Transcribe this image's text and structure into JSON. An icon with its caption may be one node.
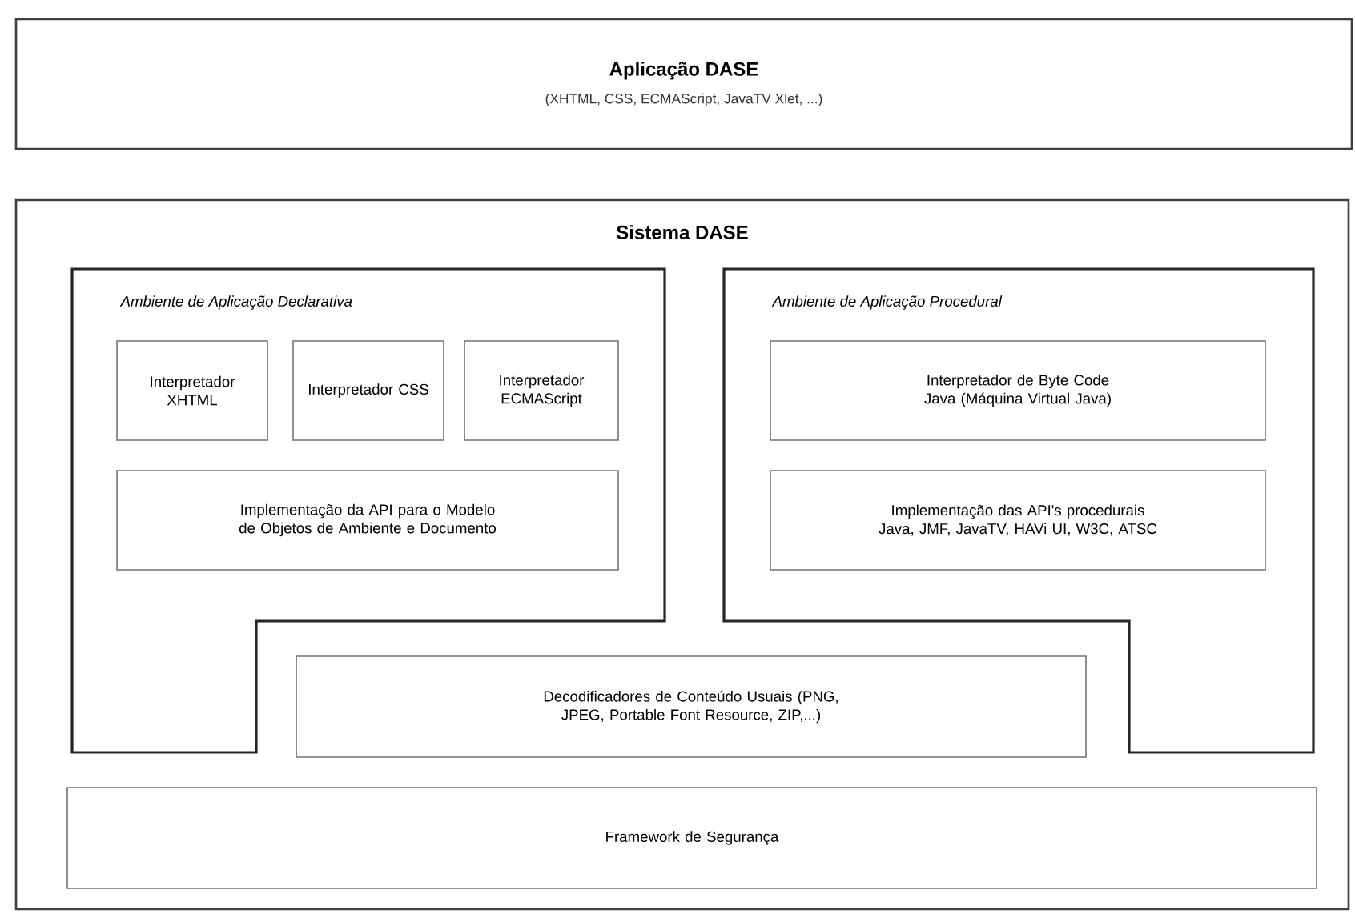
{
  "diagram": {
    "nodes": [
      {
        "text": [
          "Aplicação DASE",
          "(XHTML, CSS, ECMAScript, JavaTV Xlet, ...)"
        ]
      },
      {
        "text": [
          "Sistema DASE"
        ]
      },
      {
        "text": [
          "Ambiente de Aplicação Declarativa"
        ],
        "in": 1
      },
      {
        "text": [
          "Interpretador XHTML"
        ],
        "in": 2
      },
      {
        "text": [
          "Interpretador CSS"
        ],
        "in": 2
      },
      {
        "text": [
          "Interpretador ECMAScript"
        ],
        "in": 2
      },
      {
        "text": [
          "Implementação da API para o Modelo de Objetos de Ambiente e Documento"
        ],
        "in": 2
      },
      {
        "text": [
          "Ambiente de Aplicação Procedural"
        ],
        "in": 1
      },
      {
        "text": [
          "Interpretador de Byte Code Java (Máquina Virtual Java)"
        ],
        "in": 7
      },
      {
        "text": [
          "Implementação das API's procedurais Java, JMF, JavaTV, HAVi UI, W3C, ATSC"
        ],
        "in": 7
      },
      {
        "text": [
          "Decodificadores de Conteúdo Usuais (PNG, JPEG, Portable Font Resource, ZIP,...)"
        ],
        "in": 1
      },
      {
        "text": [
          "Framework de Segurança"
        ],
        "in": 1
      }
    ]
  }
}
